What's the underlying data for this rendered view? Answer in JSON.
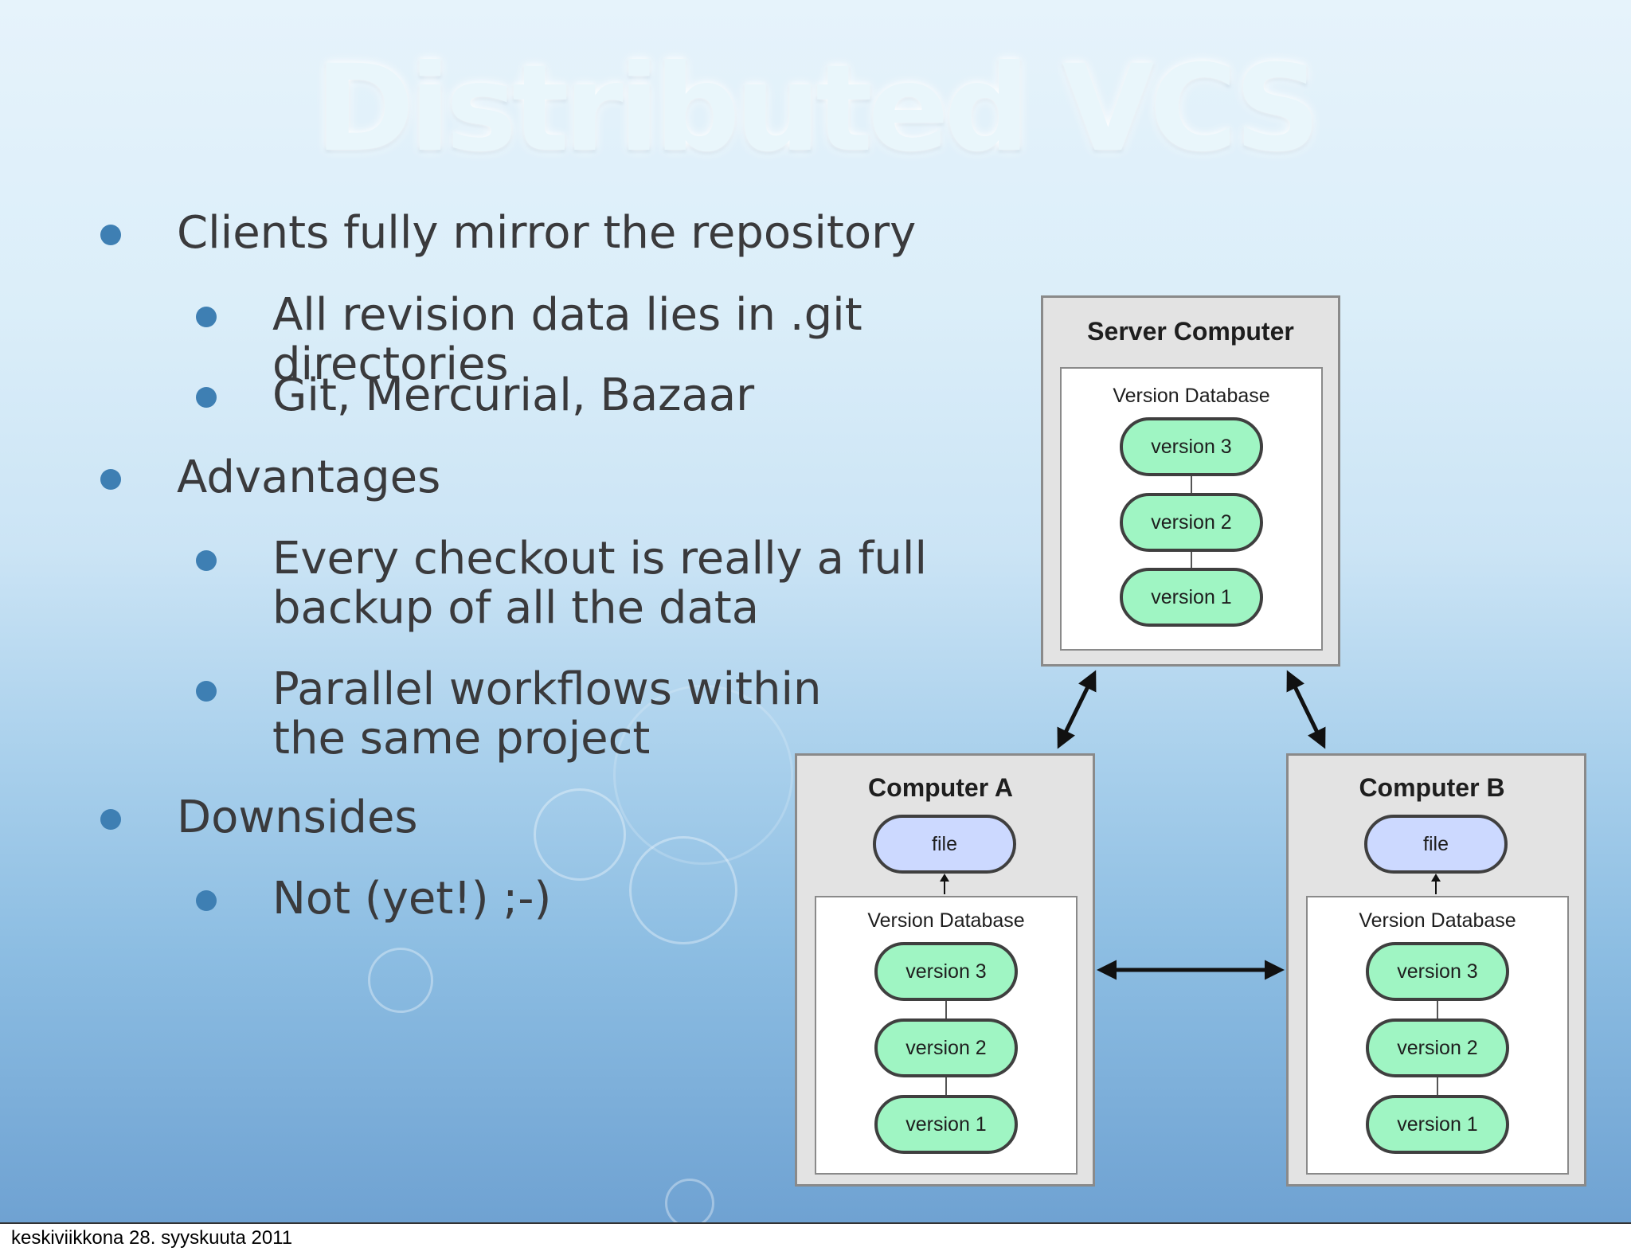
{
  "slide": {
    "title": "Distributed VCS",
    "bullets": [
      {
        "level": 1,
        "text": "Clients fully mirror the repository"
      },
      {
        "level": 2,
        "text": "All revision data lies in .git directories"
      },
      {
        "level": 2,
        "text": "Git, Mercurial, Bazaar"
      },
      {
        "level": 1,
        "text": "Advantages"
      },
      {
        "level": 2,
        "lines": [
          "Every checkout is really a full",
          "backup of all the data"
        ]
      },
      {
        "level": 2,
        "lines": [
          "Parallel workflows within",
          "the same project"
        ]
      },
      {
        "level": 1,
        "text": "Downsides"
      },
      {
        "level": 2,
        "text": "Not (yet!) ;-)"
      }
    ]
  },
  "diagram": {
    "server": {
      "title": "Server Computer",
      "db_label": "Version Database",
      "versions": [
        "version 3",
        "version 2",
        "version 1"
      ]
    },
    "computer_a": {
      "title": "Computer A",
      "file_label": "file",
      "db_label": "Version Database",
      "versions": [
        "version 3",
        "version 2",
        "version 1"
      ]
    },
    "computer_b": {
      "title": "Computer B",
      "file_label": "file",
      "db_label": "Version Database",
      "versions": [
        "version 3",
        "version 2",
        "version 1"
      ]
    }
  },
  "footer": {
    "date": "keskiviikkona 28. syyskuuta 2011"
  }
}
